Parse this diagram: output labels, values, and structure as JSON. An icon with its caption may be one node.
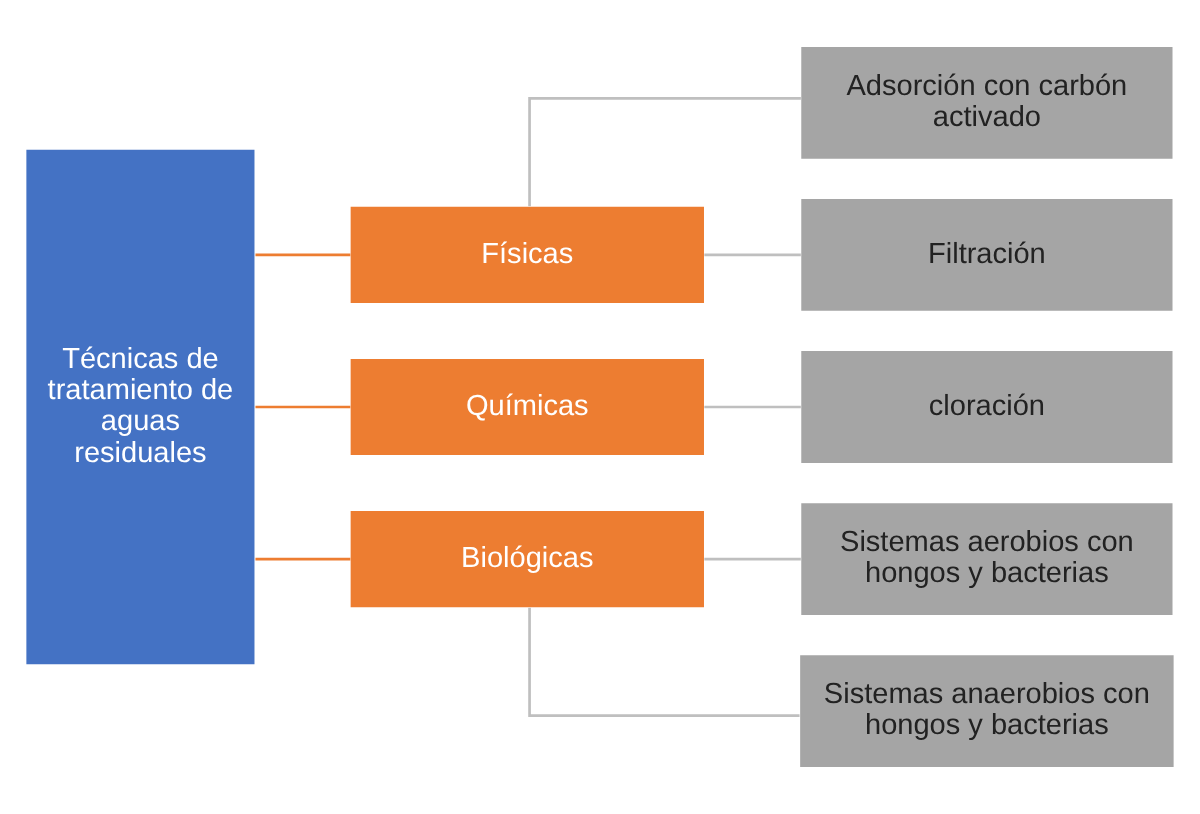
{
  "diagram": {
    "nodes": [
      {
        "text": [
          "Técnicas de tratamiento de aguas residuales"
        ]
      },
      {
        "text": [
          "Físicas"
        ]
      },
      {
        "text": [
          "Químicas"
        ]
      },
      {
        "text": [
          "Biológicas"
        ]
      },
      {
        "text": [
          "Adsorción con carbón activado"
        ]
      },
      {
        "text": [
          "Filtración"
        ]
      },
      {
        "text": [
          "cloración"
        ]
      },
      {
        "text": [
          "Sistemas aerobios con hongos y bacterias"
        ]
      },
      {
        "text": [
          "Sistemas anaerobios con hongos y bacterias"
        ]
      }
    ],
    "edges": [
      {
        "from": 0,
        "to": 1,
        "arrow": "none",
        "color": "#ed7d31"
      },
      {
        "from": 0,
        "to": 2,
        "arrow": "none",
        "color": "#ed7d31"
      },
      {
        "from": 0,
        "to": 3,
        "arrow": "none",
        "color": "#ed7d31"
      },
      {
        "from": 1,
        "to": 4,
        "arrow": "none"
      },
      {
        "from": 1,
        "to": 5,
        "arrow": "none"
      },
      {
        "from": 2,
        "to": 6,
        "arrow": "none"
      },
      {
        "from": 3,
        "to": 7,
        "arrow": "none"
      },
      {
        "from": 3,
        "to": 8,
        "arrow": "none"
      }
    ]
  }
}
